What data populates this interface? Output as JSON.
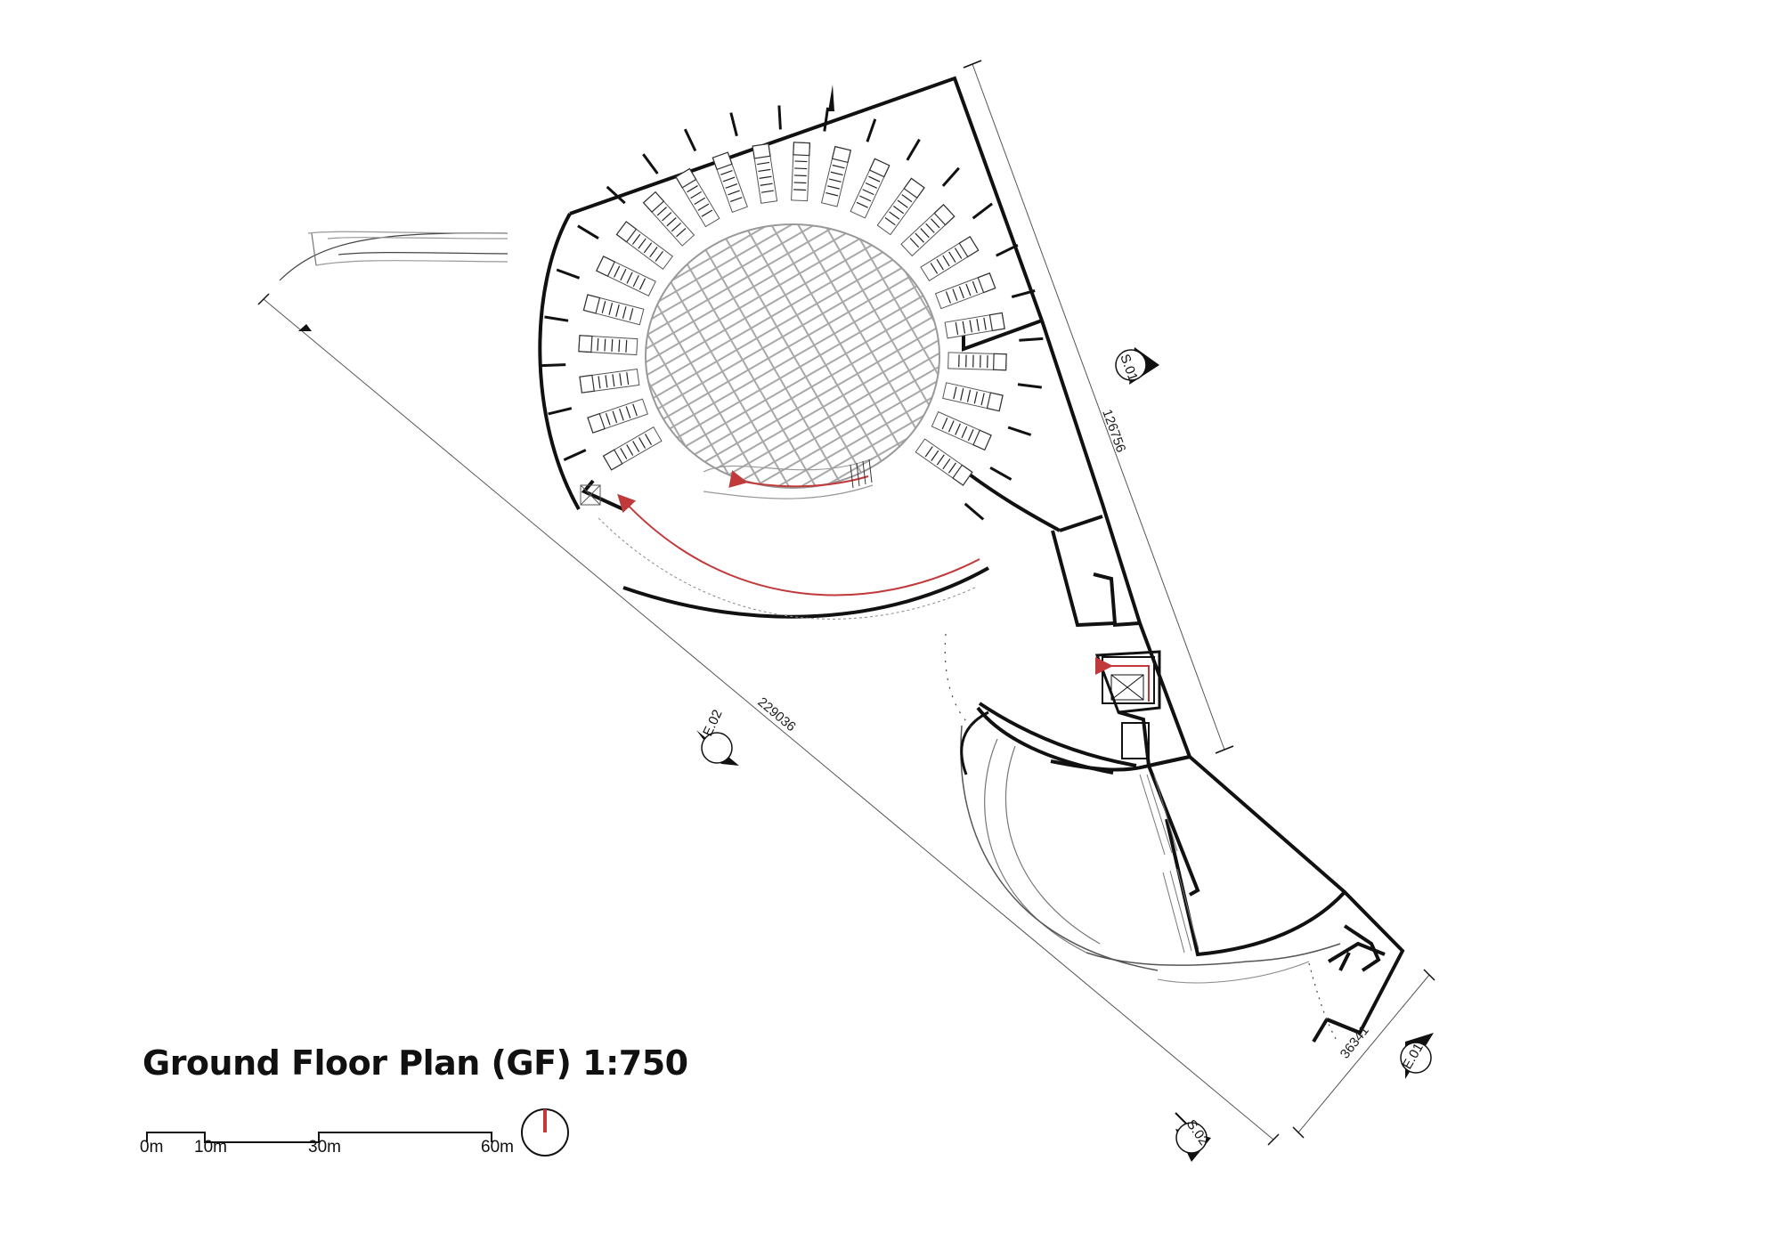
{
  "title": "Ground Floor Plan (GF) 1:750",
  "scale_bar": {
    "labels": [
      "0m",
      "10m",
      "30m",
      "60m"
    ]
  },
  "dimensions": {
    "northeast": "126756",
    "southwest": "229036",
    "southeast": "36341"
  },
  "markers": {
    "s01": "S.01",
    "s02": "S.02",
    "e01": "E.01",
    "e02": "E.02"
  },
  "colors": {
    "line": "#111111",
    "circulation": "#c0393b",
    "paving": "#9a9a9a"
  }
}
